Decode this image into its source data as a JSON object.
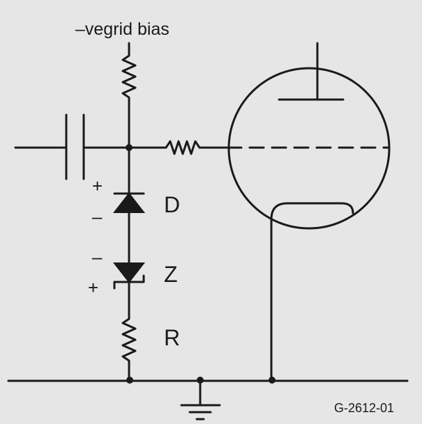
{
  "labels": {
    "grid_bias": "–vegrid bias",
    "diode": "D",
    "zener": "Z",
    "resistor": "R",
    "figure_id": "G-2612-01",
    "diode_top_sign": "+",
    "diode_bottom_sign": "–",
    "zener_top_sign": "–",
    "zener_bottom_sign": "+"
  },
  "colors": {
    "ink": "#1a1a1a",
    "paper": "#e6e6e6"
  }
}
